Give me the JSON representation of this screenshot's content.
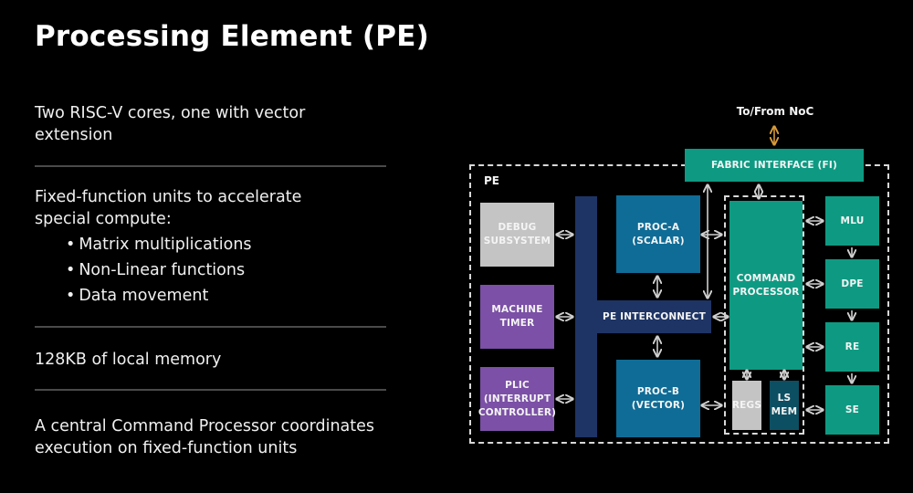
{
  "slide": {
    "title": "Processing Element (PE)",
    "points": [
      {
        "lines": [
          "Two RISC-V cores, one with vector",
          "extension"
        ]
      },
      {
        "lines": [
          "Fixed-function units to accelerate",
          "special compute:"
        ],
        "sub_bullets": [
          "Matrix multiplications",
          "Non-Linear functions",
          "Data movement"
        ]
      },
      {
        "lines": [
          "128KB of local memory"
        ]
      },
      {
        "lines": [
          "A central Command Processor coordinates",
          "execution on fixed-function units"
        ]
      }
    ],
    "bullet_glyph": "•"
  },
  "diagram": {
    "noc_label": "To/From NoC",
    "pe_label": "PE",
    "blocks": {
      "fabric_interface": "FABRIC INTERFACE (FI)",
      "debug": "DEBUG\nSUBSYSTEM",
      "timer": "MACHINE\nTIMER",
      "plic": "PLIC\n(INTERRUPT\nCONTROLLER)",
      "proc_a": "PROC-A\n(SCALAR)",
      "proc_b": "PROC-B\n(VECTOR)",
      "interconnect": "PE INTERCONNECT",
      "command_processor": "COMMAND\nPROCESSOR",
      "regs": "REGS",
      "ls_mem": "LS\nMEM",
      "mlu": "MLU",
      "dpe": "DPE",
      "re": "RE",
      "se": "SE"
    },
    "colors": {
      "teal": "#0e9a82",
      "blue": "#0f6c96",
      "navy": "#1e3465",
      "purple": "#7b50a6",
      "gray": "#c4c4c4",
      "dark_teal": "#0d4f62",
      "noc_arrow": "#d69a3a",
      "arrow": "#cfcfcf"
    }
  }
}
